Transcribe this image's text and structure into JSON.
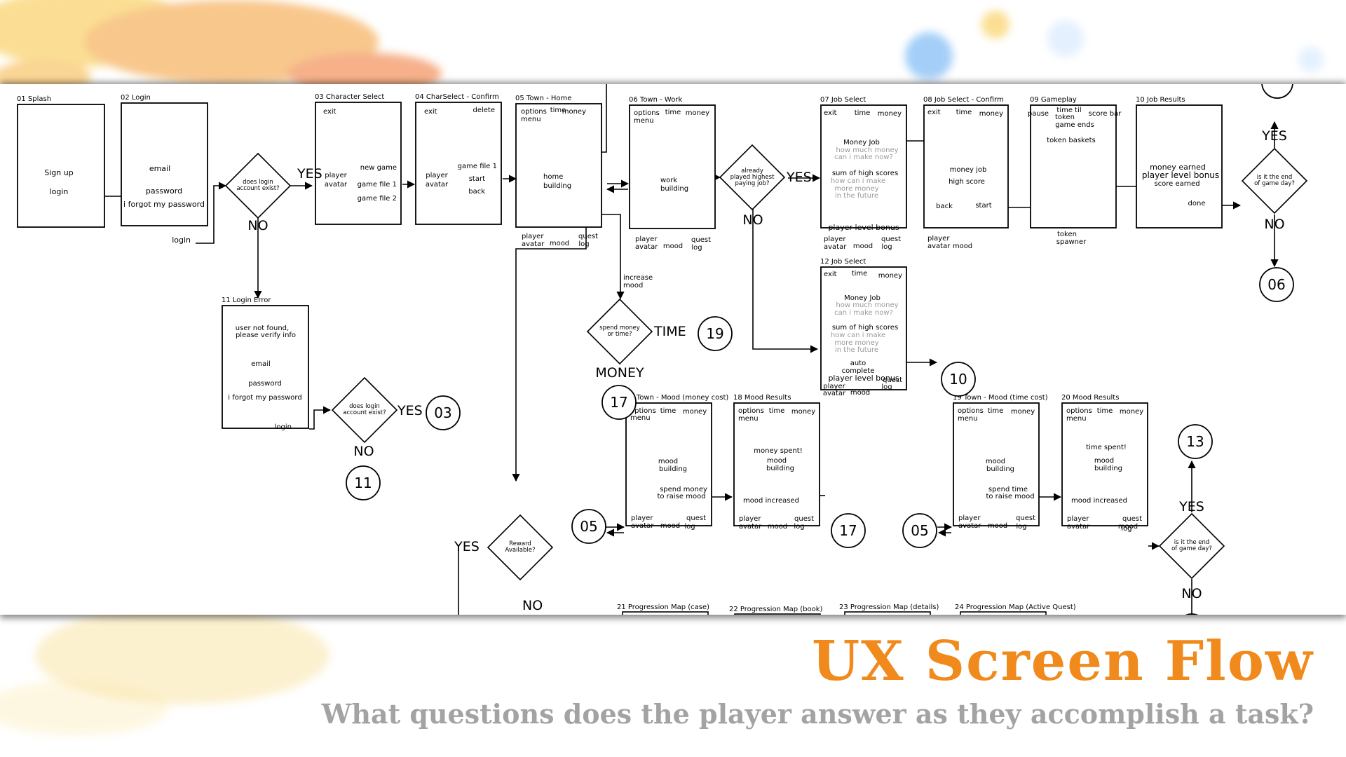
{
  "slide": {
    "title": "UX Screen Flow",
    "subtitle": "What questions does the player answer as they accomplish a task?"
  },
  "colors": {
    "accent": "#f08a1c",
    "subtitle": "#a3a3a3",
    "ink": "#000000",
    "hint": "#9a9a9a"
  },
  "screens": [
    {
      "id": "s01",
      "title": "01 Splash",
      "items": [
        "Sign up",
        "login"
      ]
    },
    {
      "id": "s02",
      "title": "02 Login",
      "items": [
        "email",
        "password",
        "i forgot my password",
        "login"
      ]
    },
    {
      "id": "s03",
      "title": "03 Character Select",
      "items": [
        "exit",
        "new game",
        "player",
        "avatar",
        "game file 1",
        "game file 2"
      ]
    },
    {
      "id": "s04",
      "title": "04 CharSelect - Confirm",
      "items": [
        "exit",
        "delete",
        "game file 1",
        "player",
        "avatar",
        "start",
        "back"
      ]
    },
    {
      "id": "s05",
      "title": "05 Town - Home",
      "items": [
        "options",
        "menu",
        "time",
        "money",
        "home",
        "building",
        "player",
        "avatar",
        "mood",
        "quest",
        "log"
      ]
    },
    {
      "id": "s06",
      "title": "06 Town - Work",
      "items": [
        "options",
        "menu",
        "time",
        "money",
        "work",
        "building",
        "player",
        "avatar",
        "mood",
        "quest",
        "log"
      ]
    },
    {
      "id": "s07",
      "title": "07 Job Select",
      "items": [
        "exit",
        "time",
        "money",
        "Money Job",
        "how much money",
        "can i make now?",
        "sum of high scores",
        "how can i make",
        "more money",
        "in the future",
        "player level bonus",
        "player",
        "avatar",
        "mood",
        "quest",
        "log"
      ]
    },
    {
      "id": "s08",
      "title": "08 Job Select - Confirm",
      "items": [
        "exit",
        "time",
        "money",
        "money job",
        "high score",
        "back",
        "start",
        "player",
        "avatar",
        "mood"
      ]
    },
    {
      "id": "s09",
      "title": "09 Gameplay",
      "items": [
        "time til",
        "pause",
        "token",
        "score bar",
        "game ends",
        "token baskets",
        "token",
        "spawner"
      ]
    },
    {
      "id": "s10",
      "title": "10 Job Results",
      "items": [
        "money earned",
        "player level bonus",
        "score earned",
        "done"
      ]
    },
    {
      "id": "s11",
      "title": "11 Login Error",
      "items": [
        "user not found,",
        "please verify info",
        "email",
        "password",
        "i forgot my password",
        "login"
      ]
    },
    {
      "id": "s12",
      "title": "12 Job Select",
      "items": [
        "exit",
        "time",
        "money",
        "Money Job",
        "how much money",
        "can i make now?",
        "sum of high scores",
        "how can i make",
        "more money",
        "in the future",
        "auto",
        "complete",
        "player level bonus",
        "quest",
        "player",
        "log",
        "avatar",
        "mood"
      ]
    },
    {
      "id": "s17",
      "title": "17 Town - Mood (money cost)",
      "items": [
        "options",
        "time",
        "money",
        "menu",
        "mood",
        "building",
        "spend money",
        "to raise mood",
        "player",
        "quest",
        "avatar",
        "mood",
        "log"
      ]
    },
    {
      "id": "s18",
      "title": "18 Mood Results",
      "items": [
        "options",
        "time",
        "money",
        "menu",
        "money spent!",
        "mood",
        "building",
        "mood increased",
        "player",
        "quest",
        "avatar",
        "mood",
        "log"
      ]
    },
    {
      "id": "s19",
      "title": "19 Town - Mood (time cost)",
      "items": [
        "options",
        "time",
        "money",
        "menu",
        "mood",
        "building",
        "spend time",
        "to raise mood",
        "player",
        "quest",
        "avatar",
        "mood",
        "log"
      ]
    },
    {
      "id": "s20",
      "title": "20  Mood Results",
      "items": [
        "options",
        "time",
        "money",
        "menu",
        "time spent!",
        "mood",
        "building",
        "mood increased",
        "player",
        "quest",
        "avatar",
        "mood",
        "log"
      ]
    }
  ],
  "progression_maps": [
    "21 Progression Map (case)",
    "22 Progression Map (book)",
    "23 Progression Map (details)",
    "24 Progression Map (Active Quest)"
  ],
  "decisions": [
    {
      "id": "d_login",
      "text": [
        "does login",
        "account exist?"
      ],
      "yes": "YES",
      "no": "NO"
    },
    {
      "id": "d_login2",
      "text": [
        "does login",
        "account exist?"
      ],
      "yes": "YES",
      "no": "NO"
    },
    {
      "id": "d_spend",
      "text": [
        "spend money",
        "or time?"
      ],
      "yes": "TIME",
      "no": "MONEY"
    },
    {
      "id": "d_job",
      "text": [
        "already",
        "played highest",
        "paying job?"
      ],
      "yes": "YES",
      "no": "NO"
    },
    {
      "id": "d_end1",
      "text": [
        "is it the end",
        "of game day?"
      ],
      "yes": "YES",
      "no": "NO"
    },
    {
      "id": "d_reward",
      "text": [
        "Reward",
        "Available?"
      ],
      "yes": "YES",
      "no": "NO"
    },
    {
      "id": "d_end2",
      "text": [
        "is it the end",
        "of game day?"
      ],
      "yes": "YES",
      "no": "NO"
    }
  ],
  "connectors": [
    "03",
    "11",
    "19",
    "17",
    "10",
    "06",
    "05",
    "17",
    "05",
    "13"
  ],
  "notes": [
    "increase",
    "mood"
  ]
}
